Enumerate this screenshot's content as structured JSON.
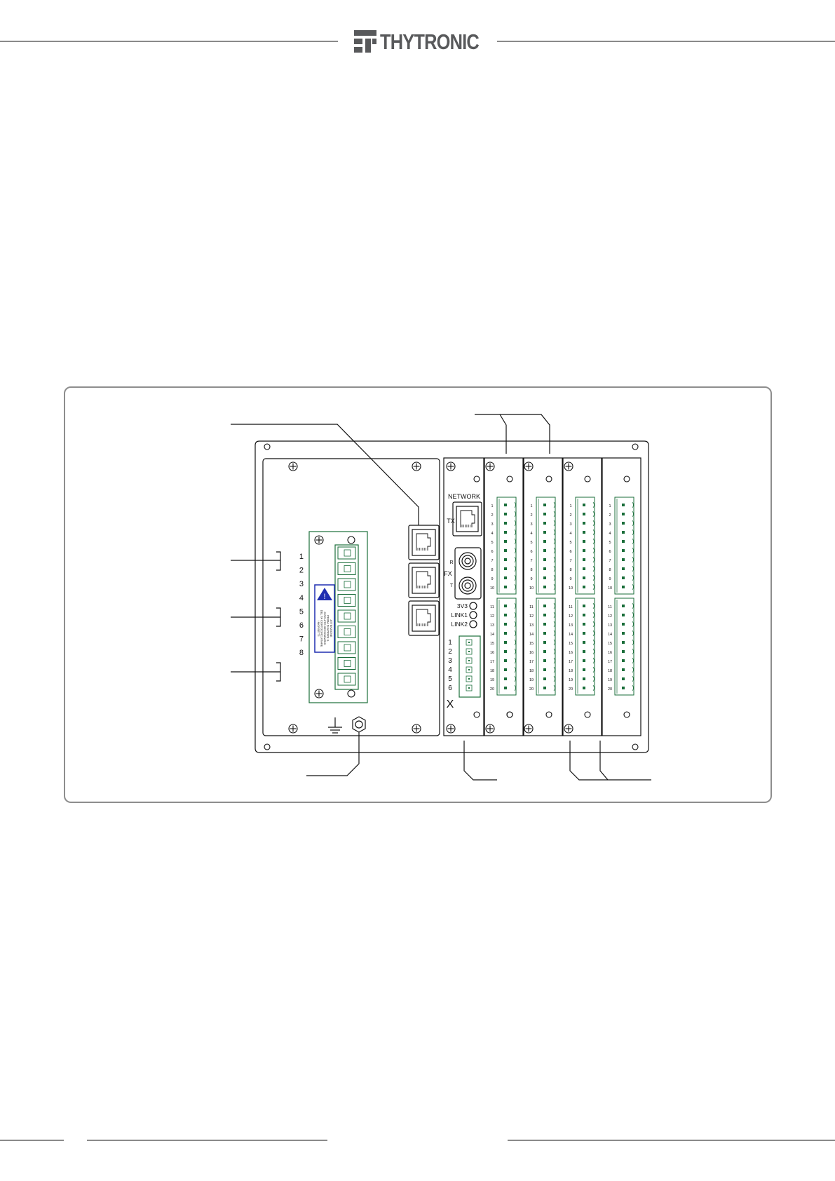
{
  "header": {
    "brand": "THYTRONIC"
  },
  "diagram": {
    "left_terminal_numbers": [
      "1",
      "2",
      "3",
      "4",
      "5",
      "6",
      "7",
      "8"
    ],
    "warning_label_text": [
      "ATTENZIONE",
      "PRIMA DI APRIRE IL",
      "CIRCUITO SECONDARIO",
      "DEL TA CORTOCIRCUITARE",
      "I MORSETTI"
    ],
    "network_label": "NETWORK",
    "tx_label": "TX",
    "fx_label": "FX",
    "fx_r_label": "R",
    "fx_t_label": "T",
    "led_labels": [
      "3V3",
      "LINK1",
      "LINK2"
    ],
    "x_connector_numbers": [
      "1",
      "2",
      "3",
      "4",
      "5",
      "6"
    ],
    "x_label": "X",
    "board_pin_numbers": [
      "1",
      "2",
      "3",
      "4",
      "5",
      "6",
      "7",
      "8",
      "9",
      "10",
      "11",
      "12",
      "13",
      "14",
      "15",
      "16",
      "17",
      "18",
      "19",
      "20"
    ]
  }
}
